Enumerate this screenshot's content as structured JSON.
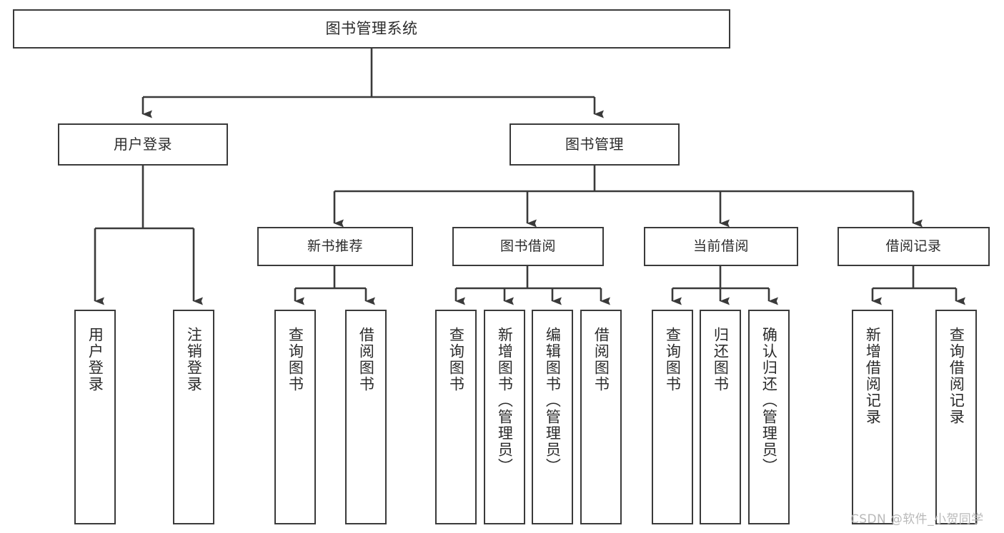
{
  "diagram": {
    "title": "图书管理系统",
    "type": "hierarchy-tree",
    "nodes": {
      "root": {
        "label": "图书管理系统"
      },
      "level2": [
        {
          "id": "user-login",
          "label": "用户登录"
        },
        {
          "id": "book-management",
          "label": "图书管理"
        }
      ],
      "level3": [
        {
          "id": "new-book-recommend",
          "label": "新书推荐"
        },
        {
          "id": "book-borrow",
          "label": "图书借阅"
        },
        {
          "id": "current-borrow",
          "label": "当前借阅"
        },
        {
          "id": "borrow-record",
          "label": "借阅记录"
        }
      ],
      "leaves": {
        "user-login": [
          {
            "id": "leaf-user-login",
            "label": "用户登录"
          },
          {
            "id": "leaf-logout",
            "label": "注销登录"
          }
        ],
        "new-book-recommend": [
          {
            "id": "leaf-query-book-1",
            "label": "查询图书"
          },
          {
            "id": "leaf-borrow-book-1",
            "label": "借阅图书"
          }
        ],
        "book-borrow": [
          {
            "id": "leaf-query-book-2",
            "label": "查询图书"
          },
          {
            "id": "leaf-add-book",
            "label": "新增图书（管理员）"
          },
          {
            "id": "leaf-edit-book",
            "label": "编辑图书（管理员）"
          },
          {
            "id": "leaf-borrow-book-2",
            "label": "借阅图书"
          }
        ],
        "current-borrow": [
          {
            "id": "leaf-query-book-3",
            "label": "查询图书"
          },
          {
            "id": "leaf-return-book",
            "label": "归还图书"
          },
          {
            "id": "leaf-confirm-return",
            "label": "确认归还（管理员）"
          }
        ],
        "borrow-record": [
          {
            "id": "leaf-add-record",
            "label": "新增借阅记录"
          },
          {
            "id": "leaf-query-record",
            "label": "查询借阅记录"
          }
        ]
      }
    },
    "colors": {
      "stroke": "#3a3a3a",
      "fill": "#ffffff",
      "text": "#2b2b2b",
      "watermark": "#b9b9b9"
    }
  },
  "watermark": {
    "text": "CSDN @软件_小贺同学"
  }
}
